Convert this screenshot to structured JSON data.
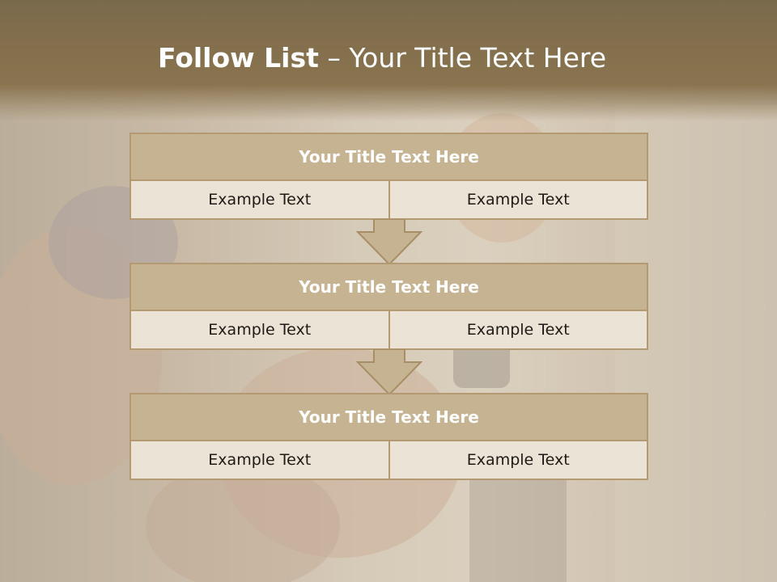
{
  "title": {
    "bold": "Follow List",
    "rest": " – Your Title Text Here"
  },
  "blocks": [
    {
      "heading": "Your Title Text Here",
      "cells": [
        "Example Text",
        "Example Text"
      ]
    },
    {
      "heading": "Your Title Text Here",
      "cells": [
        "Example Text",
        "Example Text"
      ]
    },
    {
      "heading": "Your Title Text Here",
      "cells": [
        "Example Text",
        "Example Text"
      ]
    }
  ],
  "colors": {
    "header": "#85704d",
    "block_title": "#c6b392",
    "border": "#b49a72",
    "cell_bg": "#ebe3d6",
    "arrow_fill": "#c6b392"
  }
}
